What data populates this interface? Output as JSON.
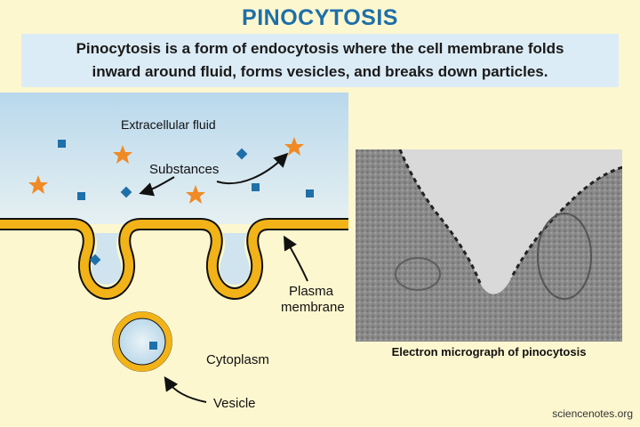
{
  "title": "PINOCYTOSIS",
  "subtitle": {
    "line1": "Pinocytosis is a form of endocytosis where the cell membrane folds",
    "line2": "inward around fluid, forms vesicles, and breaks down particles."
  },
  "labels": {
    "extracellular_fluid": "Extracellular fluid",
    "substances": "Substances",
    "plasma_membrane_line1": "Plasma",
    "plasma_membrane_line2": "membrane",
    "cytoplasm": "Cytoplasm",
    "vesicle": "Vesicle"
  },
  "micrograph_caption": "Electron micrograph of pinocytosis",
  "credit": "sciencenotes.org",
  "colors": {
    "title": "#1f6fa8",
    "membrane": "#f2b318",
    "fluid": "#cde3ef",
    "cytoplasm": "#fdf7cf",
    "star": "#f08a24",
    "particle": "#1f6fa8"
  }
}
